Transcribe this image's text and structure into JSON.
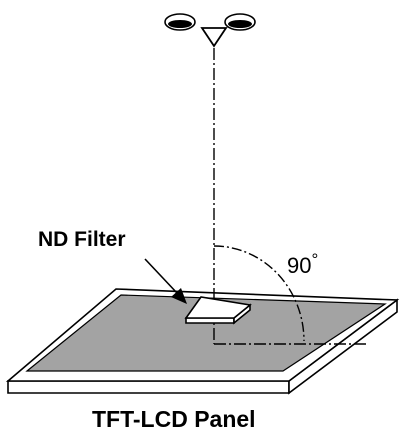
{
  "labels": {
    "filter": "ND Filter",
    "angle_value": "90",
    "angle_unit": "°",
    "panel": "TFT-LCD Panel"
  },
  "colors": {
    "line": "#000000",
    "panel_surface": "#a3a3a3",
    "panel_frame": "#ffffff",
    "filter_fill": "#ffffff"
  }
}
